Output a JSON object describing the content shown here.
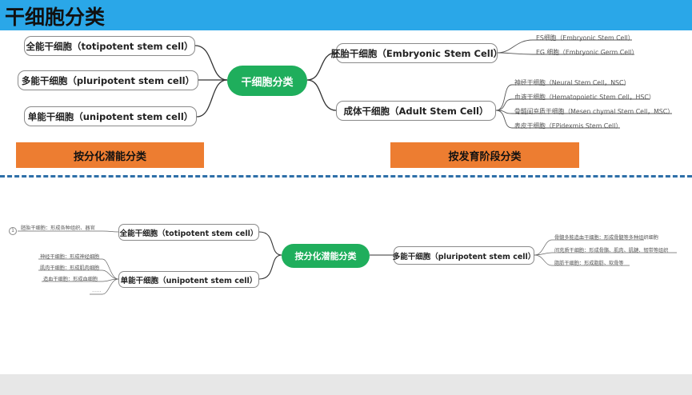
{
  "header": {
    "title": "干细胞分类"
  },
  "top": {
    "center": "干细胞分类",
    "left_nodes": [
      "全能干细胞（totipotent stem cell）",
      "多能干细胞（pluripotent stem cell）",
      "单能干细胞（unipotent stem cell）"
    ],
    "right_nodes": [
      {
        "label": "胚胎干细胞（Embryonic Stem Cell）",
        "children": [
          "ES细胞（Embryonic Stem Cell）",
          "EG 细胞（Embryonic Germ Cell）"
        ]
      },
      {
        "label": "成体干细胞（Adult Stem Cell）",
        "children": [
          "神经干细胞（Neural Stem Cell，NSC）",
          "血液干细胞（Hematopoietic Stem Cell，HSC）",
          "骨髓间充质干细胞（Mesen chymal Stem Cell，MSC）",
          "表皮干细胞（EPidexmis Stem Cell）"
        ]
      }
    ],
    "banner_left": "按分化潜能分类",
    "banner_right": "按发育阶段分类"
  },
  "bottom": {
    "center": "按分化潜能分类",
    "left_nodes": [
      {
        "label": "全能干细胞（totipotent stem cell）",
        "children": [
          "胚胎干细胞：形成各种组织、器官"
        ]
      },
      {
        "label": "单能干细胞（unipotent stem cell）",
        "children": [
          "神经干细胞：形成神经细胞",
          "肌肉干细胞：形成肌肉细胞",
          "造血干细胞：形成血细胞"
        ]
      }
    ],
    "right_node": {
      "label": "多能干细胞（pluripotent stem cell）",
      "children": [
        "骨髓多能造血干细胞：形成骨髓等多种组织细胞",
        "间充质干细胞：形成骨骼、肌肉、肌腱、韧带等组织",
        "脂肪干细胞：形成脂肪、软骨等"
      ]
    },
    "icon_marker": "1",
    "ellipsis": "......"
  }
}
